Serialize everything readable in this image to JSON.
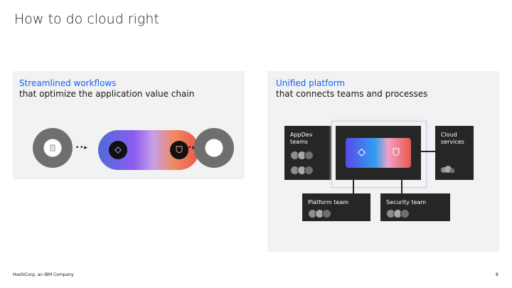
{
  "slide": {
    "title": "How to do cloud right",
    "footer_left": "HashiCorp, an IBM Company",
    "page_number": "8"
  },
  "left_panel": {
    "heading_accent": "Streamlined workflows",
    "heading_sub": "that optimize the application value chain"
  },
  "right_panel": {
    "heading_accent": "Unified platform",
    "heading_sub": "that connects teams and processes",
    "boxes": {
      "appdev": "AppDev teams",
      "cloud": "Cloud services",
      "platform": "Platform team",
      "security": "Security team"
    }
  },
  "colors": {
    "accent": "#0f62fe",
    "panel_bg": "#f2f2f2",
    "dark_box": "#262626"
  }
}
